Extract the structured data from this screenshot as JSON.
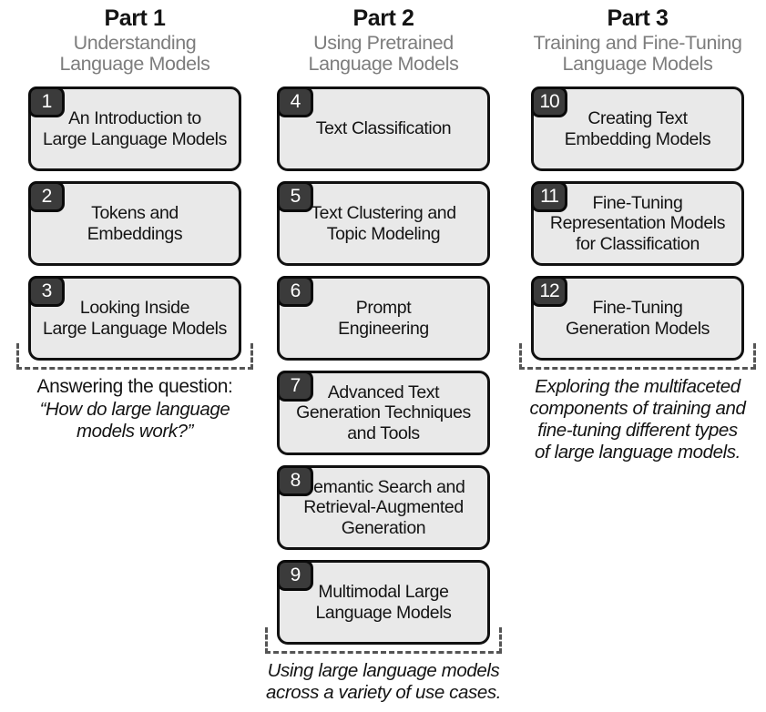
{
  "colors": {
    "box_fill": "#e9e9e9",
    "box_border": "#111111",
    "badge_fill": "#3b3b3b",
    "badge_text": "#ffffff",
    "subtitle_gray": "#7d7d7d",
    "dashed_bracket": "#555555",
    "background": "#ffffff"
  },
  "parts": [
    {
      "title": "Part 1",
      "subtitle": "Understanding\nLanguage Models",
      "chapters": [
        {
          "number": "1",
          "title": "An Introduction to\nLarge Language Models"
        },
        {
          "number": "2",
          "title": "Tokens and\nEmbeddings"
        },
        {
          "number": "3",
          "title": "Looking Inside\nLarge Language Models"
        }
      ],
      "caption_lead": "Answering the question:",
      "caption_italic": "“How do large language\nmodels work?”"
    },
    {
      "title": "Part 2",
      "subtitle": "Using Pretrained\nLanguage Models",
      "chapters": [
        {
          "number": "4",
          "title": "Text Classification"
        },
        {
          "number": "5",
          "title": "Text Clustering and\nTopic Modeling"
        },
        {
          "number": "6",
          "title": "Prompt\nEngineering"
        },
        {
          "number": "7",
          "title": "Advanced Text\nGeneration Techniques\nand Tools"
        },
        {
          "number": "8",
          "title": "Semantic Search and\nRetrieval-Augmented\nGeneration"
        },
        {
          "number": "9",
          "title": "Multimodal Large\nLanguage Models"
        }
      ],
      "caption_lead": "",
      "caption_italic": "Using large language models\nacross a variety of use cases."
    },
    {
      "title": "Part 3",
      "subtitle": "Training and Fine-Tuning\nLanguage Models",
      "chapters": [
        {
          "number": "10",
          "title": "Creating Text\nEmbedding Models"
        },
        {
          "number": "11",
          "title": "Fine-Tuning\nRepresentation Models\nfor Classification"
        },
        {
          "number": "12",
          "title": "Fine-Tuning\nGeneration Models"
        }
      ],
      "caption_lead": "",
      "caption_italic": "Exploring the multifaceted\ncomponents of training and\nfine-tuning different types\nof large language models."
    }
  ]
}
